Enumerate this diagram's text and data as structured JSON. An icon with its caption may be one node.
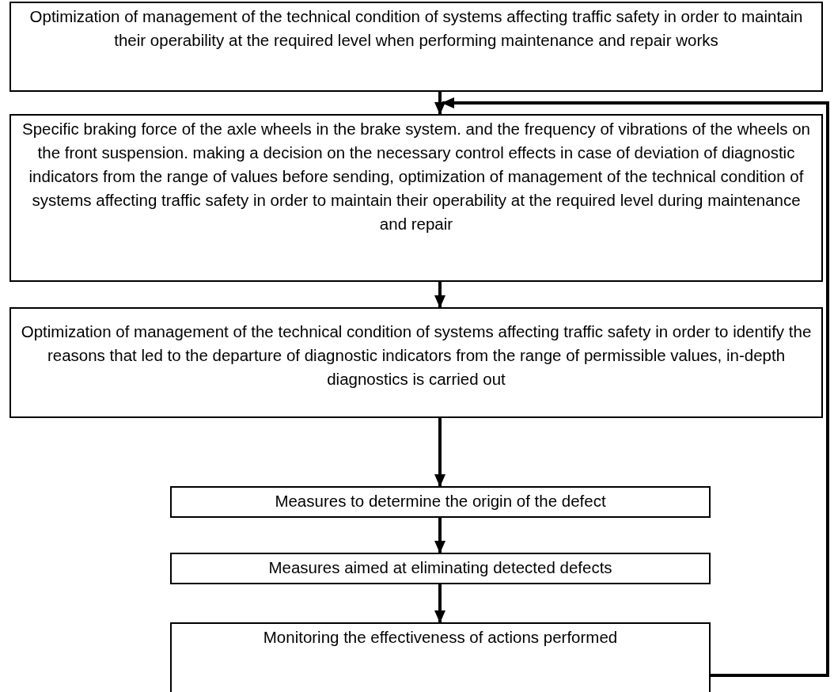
{
  "diagram": {
    "nodes": [
      {
        "text": [
          "Optimization of management of the technical condition of systems affecting traffic safety in order to maintain their operability at the required level when performing maintenance and repair works"
        ]
      },
      {
        "text": [
          "Specific braking force of the axle wheels in the brake system. and the frequency of vibrations of the wheels on the front suspension. making a decision on the necessary control effects in case of deviation of diagnostic indicators from the range of values before sending, optimization of management of the technical condition of systems affecting traffic safety in order to maintain their operability at the required level during maintenance and repair"
        ]
      },
      {
        "text": [
          "Optimization of management of the technical condition of systems affecting traffic safety in order to identify the reasons that led to the departure of diagnostic indicators from the range of permissible values, in-depth diagnostics is carried out"
        ]
      },
      {
        "text": [
          "Measures to determine the origin of the defect"
        ]
      },
      {
        "text": [
          "Measures aimed at eliminating detected defects"
        ]
      },
      {
        "text": [
          "Monitoring the effectiveness of actions performed"
        ]
      }
    ],
    "edges": [
      {
        "from": 0,
        "to": 1,
        "arrow": "to"
      },
      {
        "from": 1,
        "to": 2,
        "arrow": "to"
      },
      {
        "from": 2,
        "to": 3,
        "arrow": "to"
      },
      {
        "from": 3,
        "to": 4,
        "arrow": "to"
      },
      {
        "from": 4,
        "to": 5,
        "arrow": "to"
      },
      {
        "from": 5,
        "to": 1,
        "arrow": "to"
      }
    ]
  }
}
